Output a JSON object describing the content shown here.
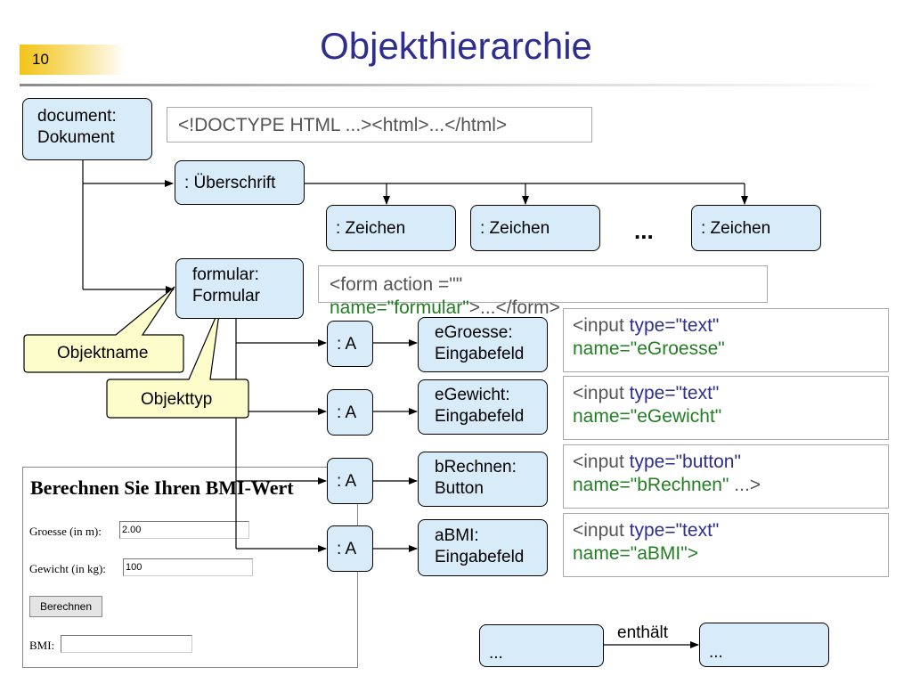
{
  "slide": {
    "number": "10",
    "title": "Objekthierarchie"
  },
  "nodes": {
    "document": {
      "line1": "document:",
      "line2": "Dokument"
    },
    "ueberschrift": ": Überschrift",
    "zeichen": [
      ": Zeichen",
      ": Zeichen",
      ": Zeichen"
    ],
    "ellipsis": "...",
    "formular": {
      "line1": "formular:",
      "line2": "Formular"
    },
    "a_boxes": [
      ": A",
      ": A",
      ": A",
      ": A"
    ],
    "eGroesse": {
      "line1": "eGroesse:",
      "line2": "Eingabefeld"
    },
    "eGewicht": {
      "line1": "eGewicht:",
      "line2": "Eingabefeld"
    },
    "bRechnen": {
      "line1": "bRechnen:",
      "line2": "Button"
    },
    "aBMI": {
      "line1": "aBMI:",
      "line2": "Eingabefeld"
    }
  },
  "code": {
    "doctype": "<!DOCTYPE HTML ...><html>...</html>",
    "form": {
      "l1": "<form action =\"\"",
      "l2a": "name=\"formular\"",
      "l2b": ">...</form>"
    },
    "eGroesse": {
      "a": "<input ",
      "b": "type=\"text\"",
      "c": "name=\"eGroesse\""
    },
    "eGewicht": {
      "a": "<input ",
      "b": "type=\"text\"",
      "c": "name=\"eGewicht\""
    },
    "bRechnen": {
      "a": "<input ",
      "b": "type=\"button\"",
      "c": "name=\"bRechnen\"",
      "d": " ...>"
    },
    "aBMI": {
      "a": "<input ",
      "b": "type=\"text\"",
      "c": "name=\"aBMI\">"
    }
  },
  "callouts": {
    "objektname": "Objektname",
    "objekttyp": "Objekttyp"
  },
  "legend": {
    "left": "...",
    "right": "...",
    "label": "enthält"
  },
  "form_screenshot": {
    "heading": "Berechnen Sie Ihren BMI-Wert",
    "groesse_label": "Groesse (in m):",
    "groesse_value": "2.00",
    "gewicht_label": "Gewicht (in kg):",
    "gewicht_value": "100",
    "button_label": "Berechnen",
    "bmi_label": "BMI:",
    "bmi_value": ""
  },
  "colors": {
    "title": "#2e2e8f",
    "box_fill": "#d7ebf9",
    "callout_fill": "#fdfccb",
    "code_green": "#237d23",
    "code_blue": "#2e2e8f",
    "accent": "#f2c418"
  }
}
